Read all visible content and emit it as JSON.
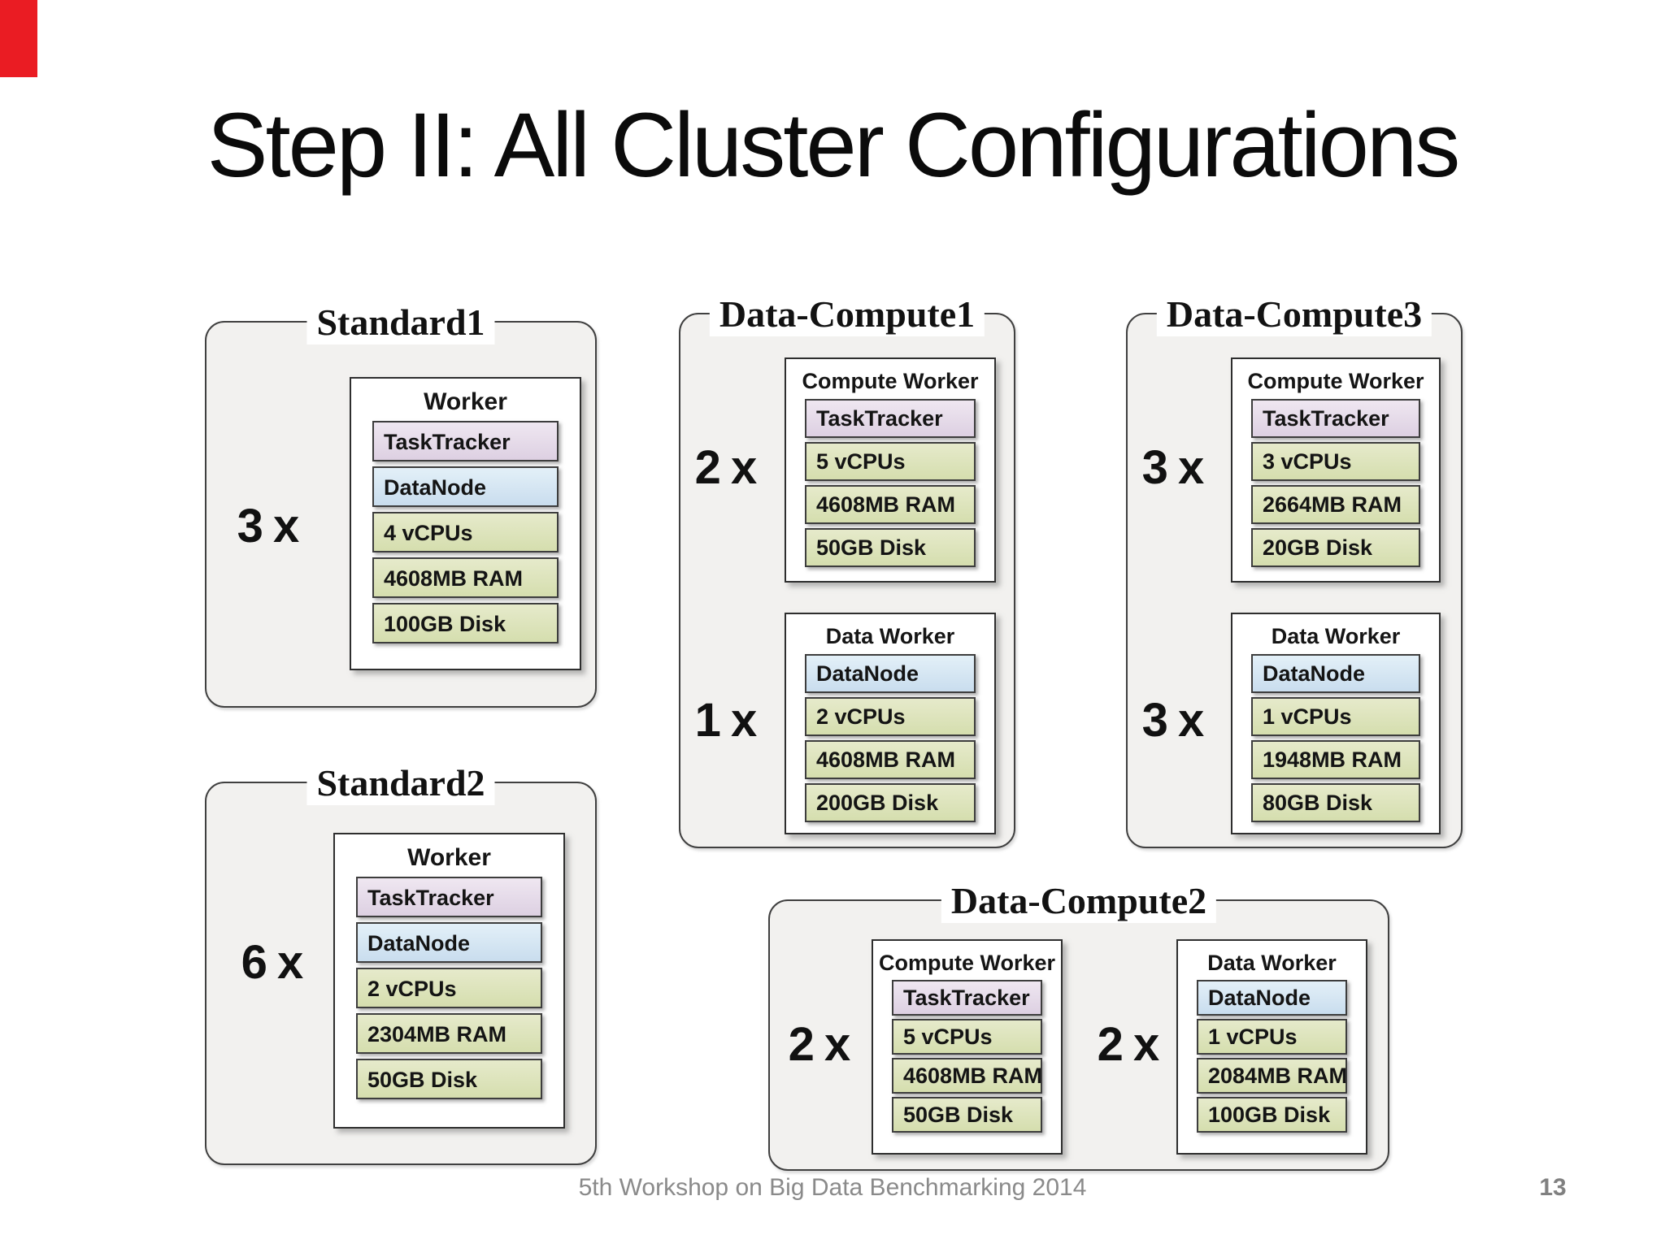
{
  "slide": {
    "title": "Step II: All Cluster Configurations",
    "footer_text": "5th Workshop on Big Data Benchmarking 2014",
    "page_number": "13"
  },
  "colors": {
    "corner_marker_red": "#ea1c23",
    "cluster_box_fill": "#f2f1ef",
    "cluster_box_border": "#404040",
    "tasktracker_fill": "#e4d8e8",
    "datanode_fill": "#d5e5f2",
    "spec_fill": "#dde3bc",
    "footer_gray": "#8a8a8a"
  },
  "clusters": {
    "standard1": {
      "title": "Standard1",
      "multiplier": "3 x",
      "worker": {
        "title": "Worker",
        "rows": [
          "TaskTracker",
          "DataNode",
          "4 vCPUs",
          "4608MB RAM",
          "100GB Disk"
        ]
      }
    },
    "standard2": {
      "title": "Standard2",
      "multiplier": "6 x",
      "worker": {
        "title": "Worker",
        "rows": [
          "TaskTracker",
          "DataNode",
          "2 vCPUs",
          "2304MB RAM",
          "50GB Disk"
        ]
      }
    },
    "data_compute1": {
      "title": "Data-Compute1",
      "compute": {
        "multiplier": "2 x",
        "title": "Compute Worker",
        "rows": [
          "TaskTracker",
          "5 vCPUs",
          "4608MB RAM",
          "50GB Disk"
        ]
      },
      "data": {
        "multiplier": "1 x",
        "title": "Data Worker",
        "rows": [
          "DataNode",
          "2 vCPUs",
          "4608MB RAM",
          "200GB Disk"
        ]
      }
    },
    "data_compute2": {
      "title": "Data-Compute2",
      "compute": {
        "multiplier": "2 x",
        "title": "Compute Worker",
        "rows": [
          "TaskTracker",
          "5 vCPUs",
          "4608MB RAM",
          "50GB Disk"
        ]
      },
      "data": {
        "multiplier": "2 x",
        "title": "Data Worker",
        "rows": [
          "DataNode",
          "1 vCPUs",
          "2084MB RAM",
          "100GB Disk"
        ]
      }
    },
    "data_compute3": {
      "title": "Data-Compute3",
      "compute": {
        "multiplier": "3 x",
        "title": "Compute Worker",
        "rows": [
          "TaskTracker",
          "3 vCPUs",
          "2664MB RAM",
          "20GB Disk"
        ]
      },
      "data": {
        "multiplier": "3 x",
        "title": "Data Worker",
        "rows": [
          "DataNode",
          "1 vCPUs",
          "1948MB RAM",
          "80GB Disk"
        ]
      }
    }
  }
}
